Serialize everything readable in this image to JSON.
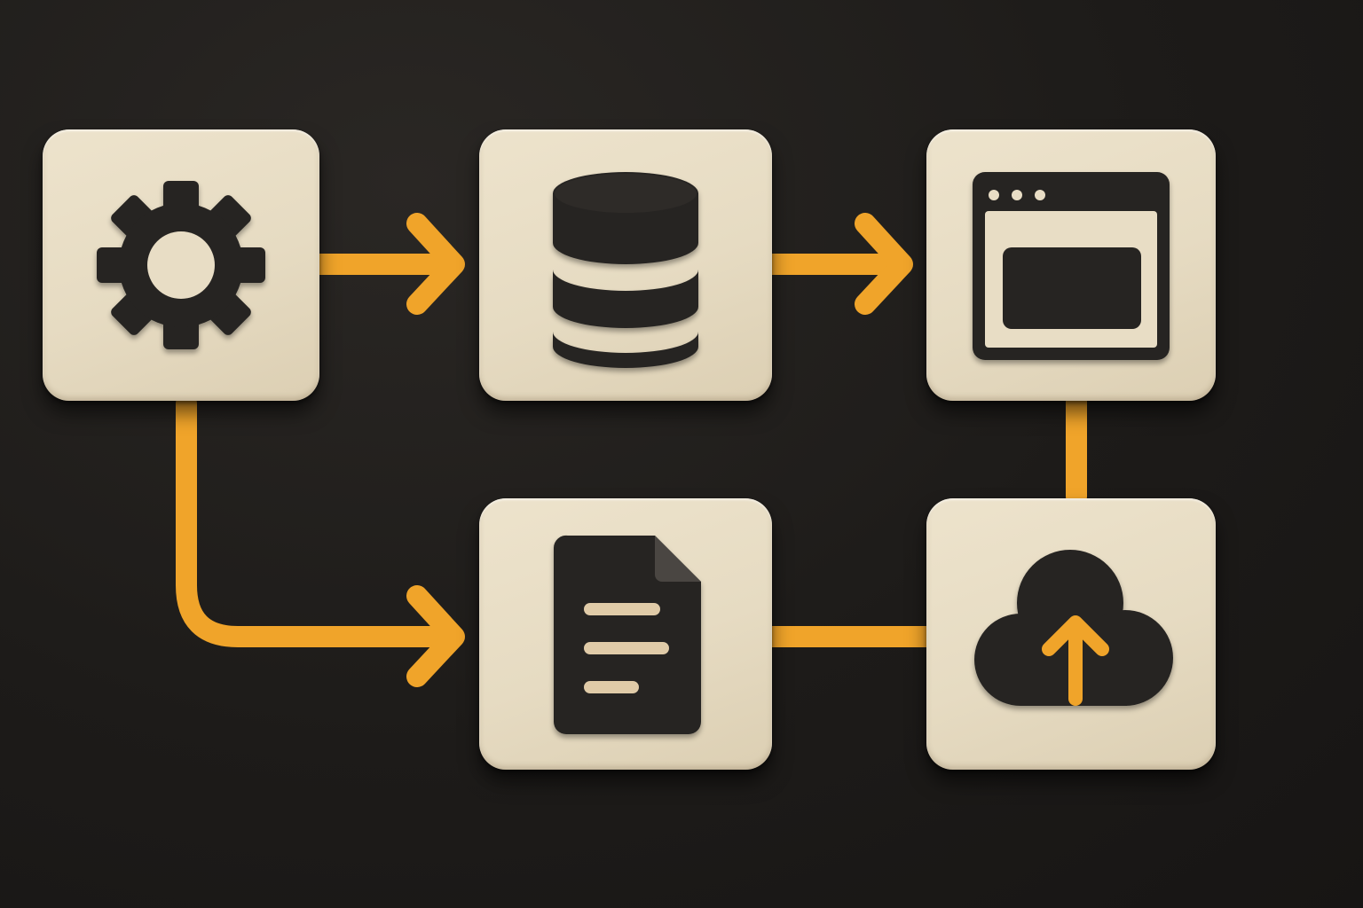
{
  "colors": {
    "background": "#1f1d1b",
    "tile": "#e8ddc5",
    "icon": "#262422",
    "connector": "#f0a42a"
  },
  "nodes": [
    {
      "id": "settings",
      "icon": "gear-icon"
    },
    {
      "id": "database",
      "icon": "database-icon"
    },
    {
      "id": "browser",
      "icon": "browser-window-icon"
    },
    {
      "id": "document",
      "icon": "document-icon"
    },
    {
      "id": "cloud-upload",
      "icon": "cloud-upload-icon"
    }
  ],
  "edges": [
    {
      "from": "settings",
      "to": "database",
      "arrow": true
    },
    {
      "from": "database",
      "to": "browser",
      "arrow": true
    },
    {
      "from": "settings",
      "to": "document",
      "arrow": true
    },
    {
      "from": "document",
      "to": "cloud-upload",
      "arrow": false
    },
    {
      "from": "browser",
      "to": "cloud-upload",
      "arrow": false
    }
  ]
}
